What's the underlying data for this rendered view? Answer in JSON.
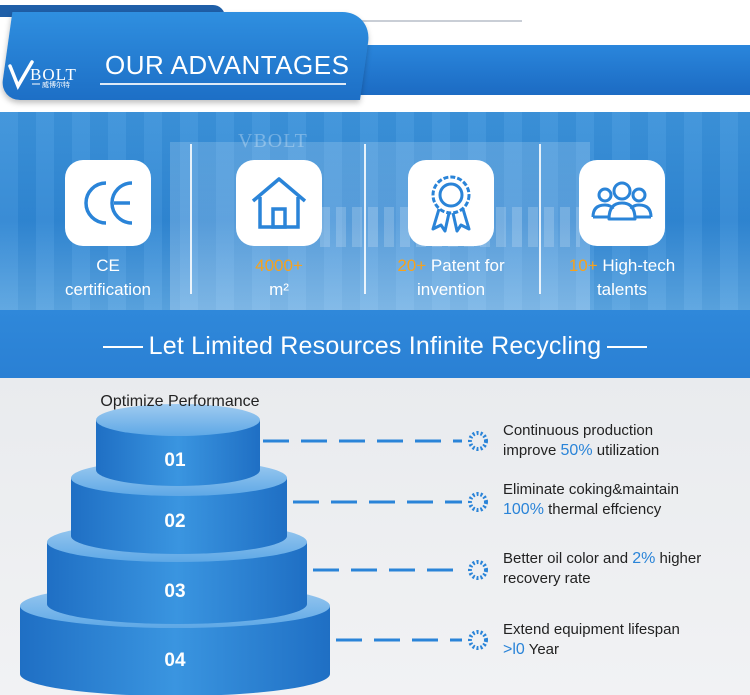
{
  "header": {
    "logo_text": "VBOLT",
    "logo_subtext": "威博尔特",
    "title": "OUR ADVANTAGES"
  },
  "hero": {
    "background_logo": "VBOLT",
    "advantages": [
      {
        "icon": "ce-mark-icon",
        "highlight": "",
        "text": "CE",
        "text2": "certification"
      },
      {
        "icon": "house-icon",
        "highlight": "4000+",
        "text": "",
        "text2": "m²"
      },
      {
        "icon": "award-ribbon-icon",
        "highlight": "20+",
        "text": "Patent for",
        "text2": "invention"
      },
      {
        "icon": "people-group-icon",
        "highlight": "10+",
        "text": "High-tech",
        "text2": "talents"
      }
    ]
  },
  "slogan": "Let Limited Resources Infinite Recycling",
  "pyramid": {
    "top_label": "Optimize Performance",
    "tiers": [
      "01",
      "02",
      "03",
      "04"
    ]
  },
  "items": [
    {
      "line1_pre": "Continuous production",
      "line2_pre": " improve ",
      "highlight": "50%",
      "line2_post": " utilization"
    },
    {
      "line1_pre": "Eliminate coking&maintain",
      "line2_pre": "",
      "highlight": "100%",
      "line2_post": " thermal effciency"
    },
    {
      "line1_pre": "Better oil color and ",
      "line1_highlight": "2%",
      "line1_post": " higher",
      "line2_pre": "recovery rate",
      "highlight": "",
      "line2_post": ""
    },
    {
      "line1_pre": "Extend equipment lifespan",
      "line2_pre": "",
      "highlight": ">l0",
      "line2_post": " Year"
    }
  ],
  "colors": {
    "primary_blue": "#2a84d8",
    "accent_orange": "#f7a21c",
    "tier_blue": "#2f86d6"
  }
}
